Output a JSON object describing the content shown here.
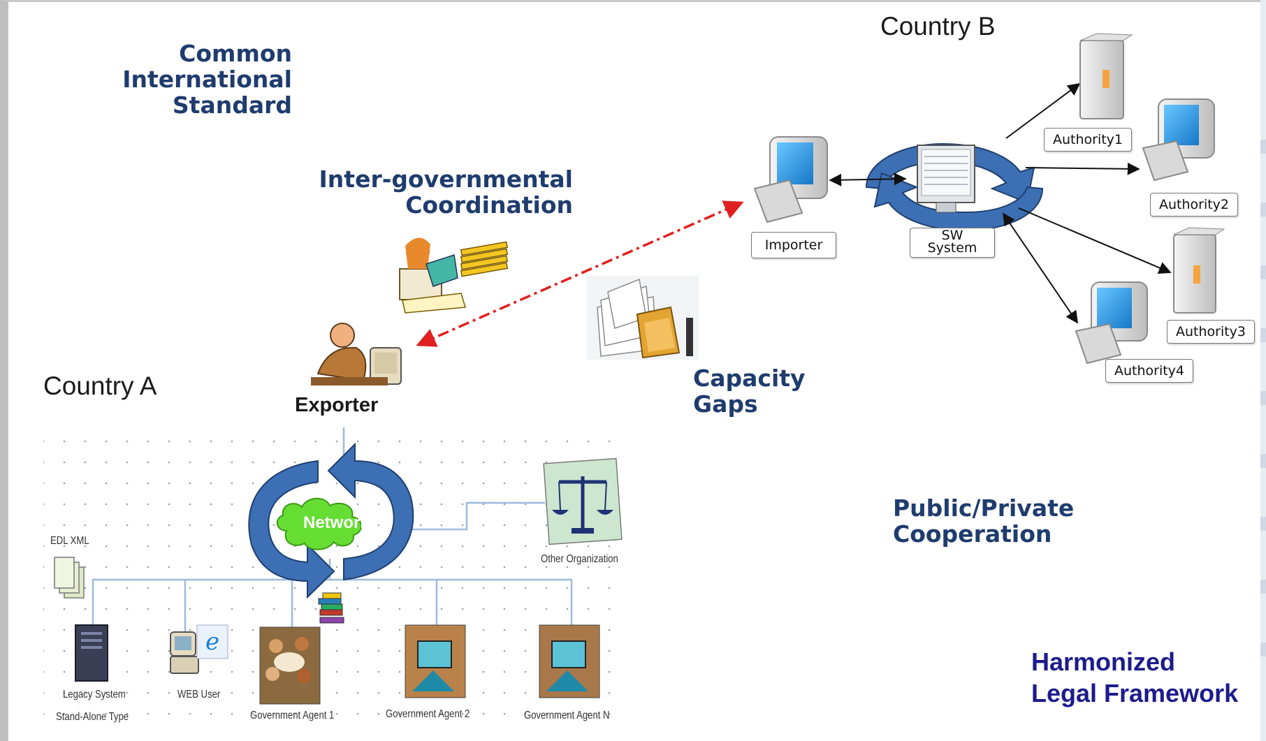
{
  "headings": {
    "common_standard": [
      "Common",
      "International",
      "Standard"
    ],
    "coordination": [
      "Inter-governmental",
      "Coordination"
    ],
    "capacity": [
      "Capacity",
      "Gaps"
    ],
    "cooperation": [
      "Public/Private",
      "Cooperation"
    ],
    "legal": [
      "Harmonized",
      "Legal Framework"
    ]
  },
  "country_a": {
    "title": "Country A",
    "exporter": "Exporter",
    "network": "Network",
    "edl": "EDL XML",
    "other_org": "Other Organization",
    "legacy": [
      "Legacy System",
      "Stand-Alone Type"
    ],
    "web_user": "WEB User",
    "agent1": "Government Agent 1",
    "agent2": "Government Agent 2",
    "agentN": "Government Agent N"
  },
  "country_b": {
    "title": "Country B",
    "importer": "Importer",
    "sw_system": [
      "SW",
      "System"
    ],
    "authority1": "Authority1",
    "authority2": "Authority2",
    "authority3": "Authority3",
    "authority4": "Authority4"
  },
  "colors": {
    "heading_blue": "#1f3c6e",
    "legal_blue": "#1c1c8c",
    "cycle_blue": "#3d6fb4",
    "link_red": "#e02020",
    "network_green": "#66dd33"
  },
  "icons": [
    "clerk-icon",
    "document-pile-icon",
    "exporter-person-icon",
    "scales-icon",
    "books-icon",
    "server-icon",
    "monitor-icon",
    "meeting-icon",
    "remote-worker-icon",
    "ie-icon"
  ]
}
